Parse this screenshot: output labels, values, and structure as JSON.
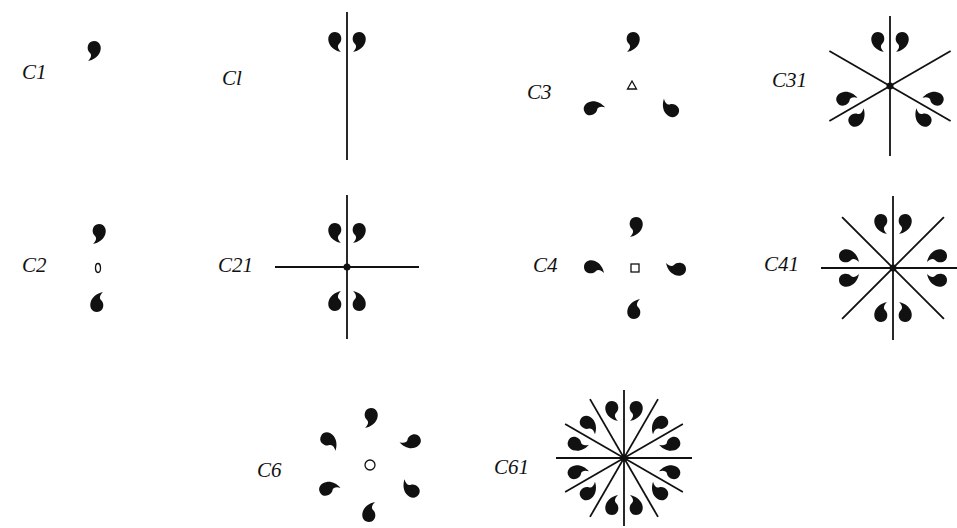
{
  "diagram": {
    "labels": [
      "C1",
      "Cl",
      "C3",
      "C31",
      "C2",
      "C21",
      "C4",
      "C41",
      "C6",
      "C61"
    ]
  }
}
